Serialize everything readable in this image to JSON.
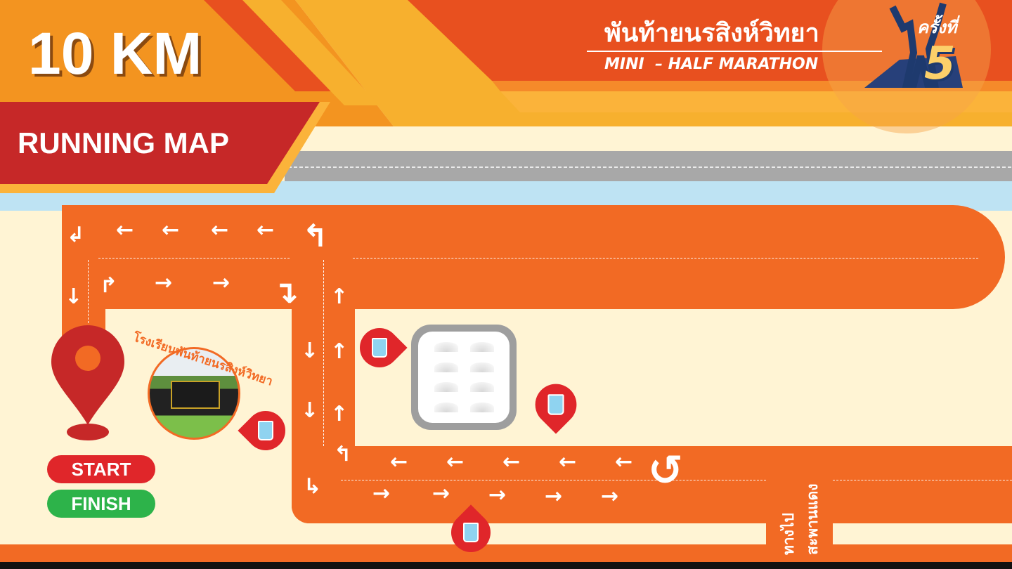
{
  "header": {
    "distance": "10 KM",
    "subtitle": "RUNNING MAP"
  },
  "logo": {
    "thai_title": "พันท้ายนรสิงห์วิทยา",
    "event": "MINI  – HALF MARATHON",
    "edition_label": "ครั้งที่",
    "edition_number": "5"
  },
  "map": {
    "school_label": "โรงเรียนพันท้ายนรสิงห์วิทยา",
    "direction_label_line1": "ทางไป",
    "direction_label_line2": "สะพานแดง",
    "start_label": "START",
    "finish_label": "FINISH"
  },
  "colors": {
    "road": "#F26A24",
    "start": "#E0262A",
    "finish": "#2DB34A",
    "banner_red": "#C62828"
  }
}
